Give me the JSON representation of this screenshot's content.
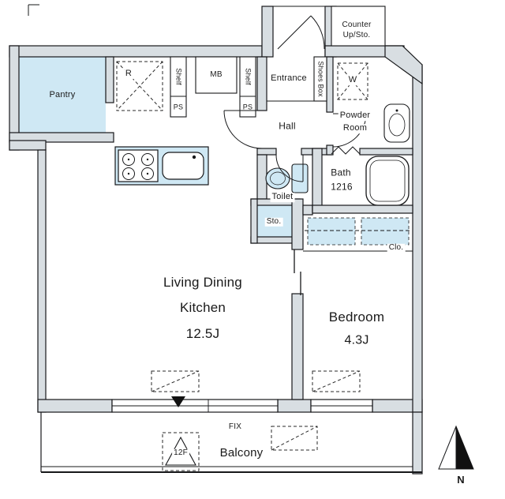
{
  "labels": {
    "pantry": "Pantry",
    "refrigerator": "R",
    "shelf_left": "Shelf",
    "ps_left": "PS",
    "meter_box": "MB",
    "shelf_right": "Shelf",
    "ps_right": "PS",
    "entrance": "Entrance",
    "shoes_box": "Shoes Box",
    "counter_note_1": "Counter",
    "counter_note_2": "Up/Sto.",
    "washer": "W",
    "powder_1": "Powder",
    "powder_2": "Room",
    "hall": "Hall",
    "bath": "Bath",
    "bath_size": "1216",
    "toilet": "Toilet",
    "storage": "Sto.",
    "closet": "Clo.",
    "ldk_1": "Living Dining",
    "ldk_2": "Kitchen",
    "ldk_size": "12.5J",
    "bedroom": "Bedroom",
    "bedroom_size": "4.3J",
    "fix_window": "FIX",
    "balcony": "Balcony",
    "floor_hatch": "12F",
    "north": "N"
  },
  "colors": {
    "wall_fill": "#d8dee2",
    "accent_fill": "#cfe8f4",
    "line": "#17181a"
  }
}
